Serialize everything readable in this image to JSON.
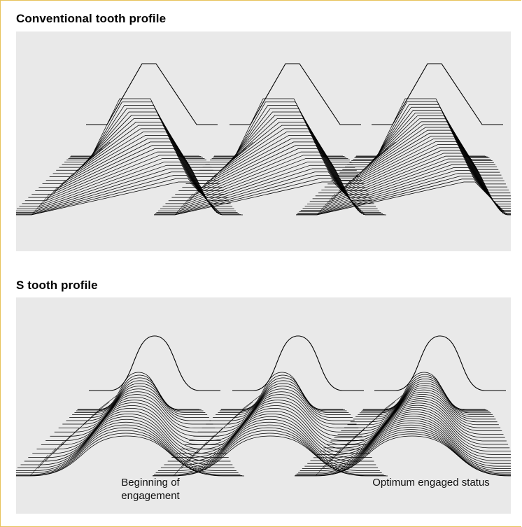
{
  "sections": {
    "conventional": {
      "title": "Conventional tooth profile"
    },
    "s_profile": {
      "title": "S tooth profile"
    }
  },
  "captions": {
    "beginning": "Beginning of engagement",
    "optimum": "Optimum engaged status"
  },
  "colors": {
    "frame_border": "#e7c25a",
    "panel_background": "#e9e9e9",
    "line": "#000000"
  }
}
